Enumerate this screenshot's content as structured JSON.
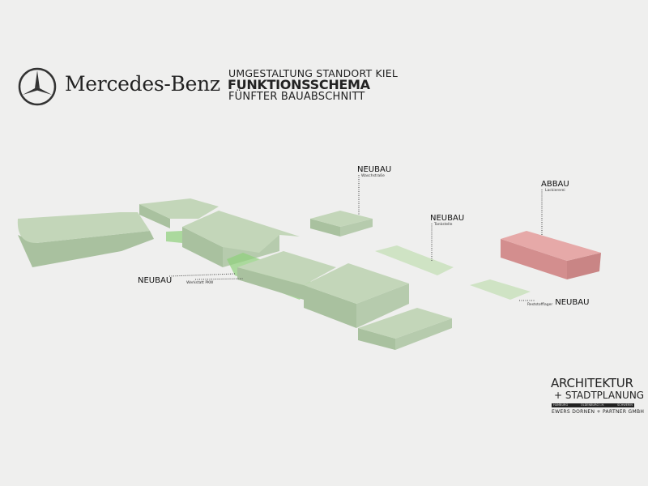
{
  "header": {
    "brand": "Mercedes-Benz",
    "line1": "UMGESTALTUNG STANDORT KIEL",
    "line2": "FUNKTIONSSCHEMA",
    "line3": "FÜNFTER BAUABSCHNITT"
  },
  "labels": [
    {
      "title": "NEUBAU",
      "subtitle": "Waschstraße"
    },
    {
      "title": "NEUBAU",
      "subtitle": "Tankstelle"
    },
    {
      "title": "ABBAU",
      "subtitle": "Lackiererei"
    },
    {
      "title": "NEUBAU",
      "subtitle": "Werkstatt PKW"
    },
    {
      "title": "NEUBAU",
      "subtitle": "Reststofflager"
    }
  ],
  "footer": {
    "line1": "ARCHITEKTUR",
    "line2": "+ STADTPLANUNG",
    "offices": [
      "HAMBURG",
      "OLDENBURG I.H.",
      "SCHWERIN"
    ],
    "company": "EWERS DORNEN + PARTNER GMBH"
  },
  "colors": {
    "existing_top": "#c3d6b9",
    "existing_side": "#a9c19f",
    "new_green": "#8fd07a",
    "demolish_top": "#e6a9a8",
    "demolish_side": "#d38e8e"
  }
}
